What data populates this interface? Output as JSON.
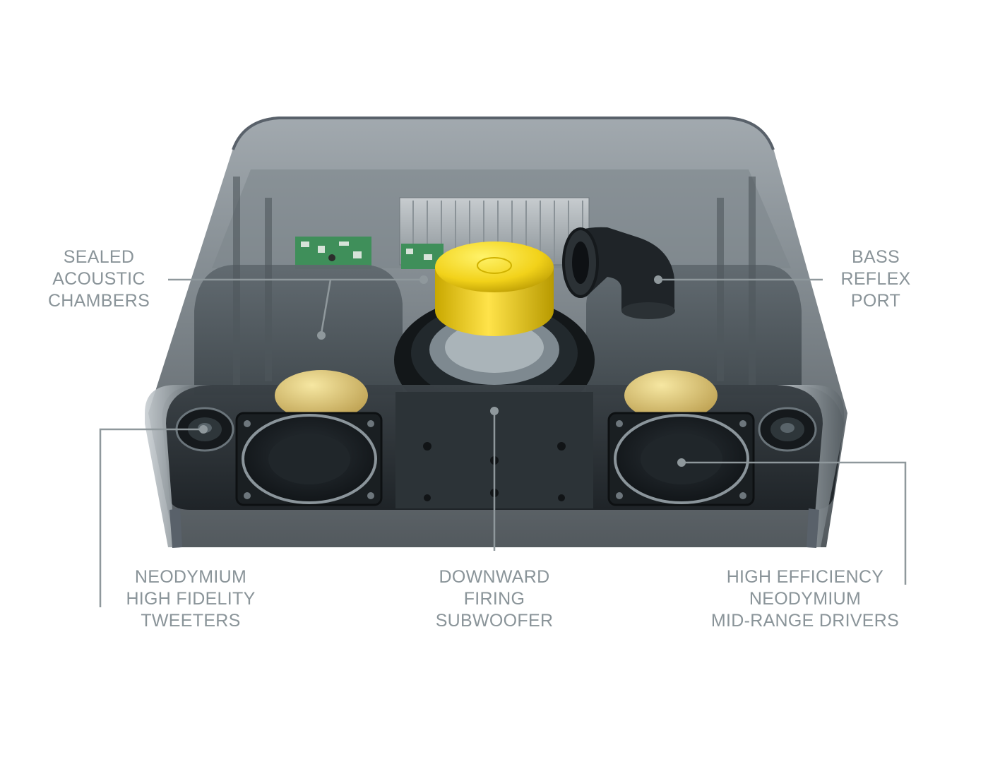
{
  "callouts": {
    "sealed": {
      "lines": [
        "SEALED",
        "ACOUSTIC",
        "CHAMBERS"
      ]
    },
    "bass": {
      "lines": [
        "BASS",
        "REFLEX",
        "PORT"
      ]
    },
    "tweeters": {
      "lines": [
        "NEODYMIUM",
        "HIGH FIDELITY",
        "TWEETERS"
      ]
    },
    "subwoofer": {
      "lines": [
        "DOWNWARD",
        "FIRING",
        "SUBWOOFER"
      ]
    },
    "midrange": {
      "lines": [
        "HIGH EFFICIENCY",
        "NEODYMIUM",
        "MID-RANGE DRIVERS"
      ]
    }
  },
  "colors": {
    "label_text": "#8a9499",
    "leader_line": "#8f989c",
    "subwoofer_magnet": "#f2d21a",
    "driver_magnet": "#d9c26a",
    "speaker_shell": "#6e767c",
    "circuit_board": "#3f8f5a"
  }
}
